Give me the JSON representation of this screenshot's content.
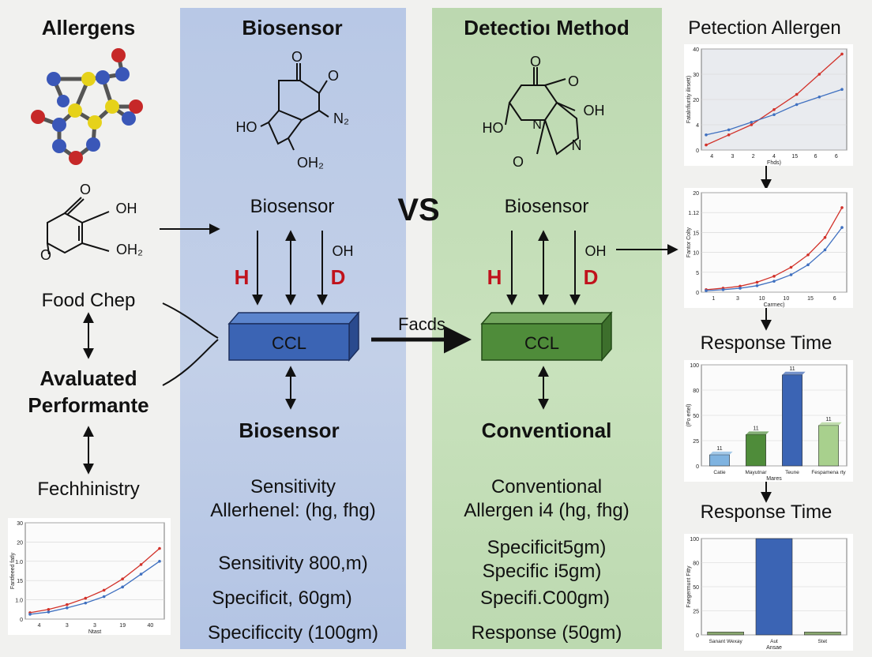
{
  "left": {
    "title": "Allergens",
    "molecule_labels": {
      "oh": "OH",
      "oh2": "OH₂",
      "o": "O"
    },
    "food_chep": "Food Chep",
    "evaluated_line1": "Avaluated",
    "evaluated_line2": "Performante",
    "fechhinistry": "Fechhinistry"
  },
  "biosensor_panel": {
    "title": "Biosensor",
    "molecule_labels": {
      "o_top": "O",
      "o_right": "O",
      "n2": "N₂",
      "ho": "HO",
      "oh2": "OH₂"
    },
    "subtitle": "Biosensor",
    "h": "H",
    "d": "D",
    "oh": "OH",
    "block": "CCL",
    "bottom_title": "Biosensor",
    "lines": [
      "Sensitivity",
      "Allerhenel: (hg, fhg)",
      "Sensitivity 800,m)",
      "Specificit, 60gm)",
      "Specificcity (100gm)"
    ]
  },
  "center": {
    "vs": "VS",
    "facds": "Facds"
  },
  "conventional_panel": {
    "title": "Detectioı Method",
    "molecule_labels": {
      "o_top": "O",
      "oh": "OH",
      "ho": "HO",
      "n_ring": "N",
      "n_right": "N",
      "o_bottom": "O"
    },
    "subtitle": "Biosensor",
    "h": "H",
    "d": "D",
    "oh": "OH",
    "block": "CCL",
    "bottom_title": "Conventional",
    "lines": [
      "Conventional",
      "Allergen i4 (hg, fhg)",
      "Specificit5gm)",
      "Specific i5gm)",
      "Specifi.C00gm)",
      "Response (50gm)"
    ]
  },
  "right": {
    "title": "Petection Allergen",
    "response_time_1": "Response Time",
    "response_time_2": "Response Time"
  },
  "colors": {
    "blue_series": "#3f70c0",
    "red_series": "#d2322a",
    "block_blue": "#3b64b4",
    "block_green": "#4f8c3a"
  },
  "chart_data": [
    {
      "type": "line",
      "xlabel": "Fhds)",
      "ylabel": "Fatalnfiuntiy ilirsett)",
      "x_ticks": [
        "4",
        "3",
        "2",
        "4",
        "15",
        "6",
        "6"
      ],
      "y_ticks": [
        "40",
        "30",
        "20",
        "4",
        "0"
      ],
      "ylim": [
        0,
        40
      ],
      "series": [
        {
          "values": [
            2,
            6,
            10,
            16,
            22,
            30,
            38
          ]
        },
        {
          "values": [
            6,
            8,
            11,
            14,
            18,
            21,
            24
          ]
        }
      ]
    },
    {
      "type": "line",
      "xlabel": "Carmec)",
      "ylabel": "Fantor Colty",
      "x_ticks": [
        "1",
        "3",
        "10",
        "10",
        "15",
        "6"
      ],
      "y_ticks": [
        "20",
        "1.12",
        "15",
        "10",
        "5",
        "0"
      ],
      "ylim": [
        0,
        20
      ],
      "series": [
        {
          "values": [
            0.5,
            0.8,
            1.2,
            2,
            3.2,
            5,
            7.5,
            11,
            17
          ]
        },
        {
          "values": [
            0.3,
            0.5,
            0.8,
            1.3,
            2.2,
            3.5,
            5.5,
            8.5,
            13
          ]
        }
      ]
    },
    {
      "type": "bar",
      "xlabel": "Mares",
      "ylabel": "(Po ertel)",
      "categories": [
        "Catie",
        "Mayutnar",
        "Teune",
        "Fespamena rty"
      ],
      "values": [
        11,
        31,
        90,
        40
      ],
      "value_labels": [
        "11",
        "11",
        "11",
        "11"
      ],
      "y_ticks": [
        "100",
        "80",
        "50",
        "25",
        "0"
      ],
      "ylim": [
        0,
        100
      ],
      "colors": [
        "#7fb3e0",
        "#4f8c3a",
        "#3b64b4",
        "#a8d08d"
      ]
    },
    {
      "type": "bar",
      "xlabel": "Ansae",
      "ylabel": "Faegermunt Fitty",
      "categories": [
        "Sanant Wexay",
        "Aut",
        "Stet"
      ],
      "values": [
        3,
        100,
        3
      ],
      "y_ticks": [
        "100",
        "80",
        "50",
        "25",
        "0"
      ],
      "ylim": [
        0,
        100
      ],
      "colors": [
        "#8aa870",
        "#3b64b4",
        "#8aa870"
      ]
    },
    {
      "type": "line",
      "xlabel": "Ntast",
      "ylabel": "Fantfeeed fatly",
      "x_ticks": [
        "4",
        "3",
        "3",
        "19",
        "40"
      ],
      "y_ticks": [
        "30",
        "20",
        "1.0",
        "15",
        "1.0",
        "0"
      ],
      "ylim": [
        0,
        30
      ],
      "series": [
        {
          "values": [
            2,
            3,
            4.5,
            6.5,
            9,
            12.5,
            17,
            22
          ]
        },
        {
          "values": [
            1.5,
            2.2,
            3.5,
            5,
            7,
            10,
            14,
            18
          ]
        }
      ]
    }
  ]
}
